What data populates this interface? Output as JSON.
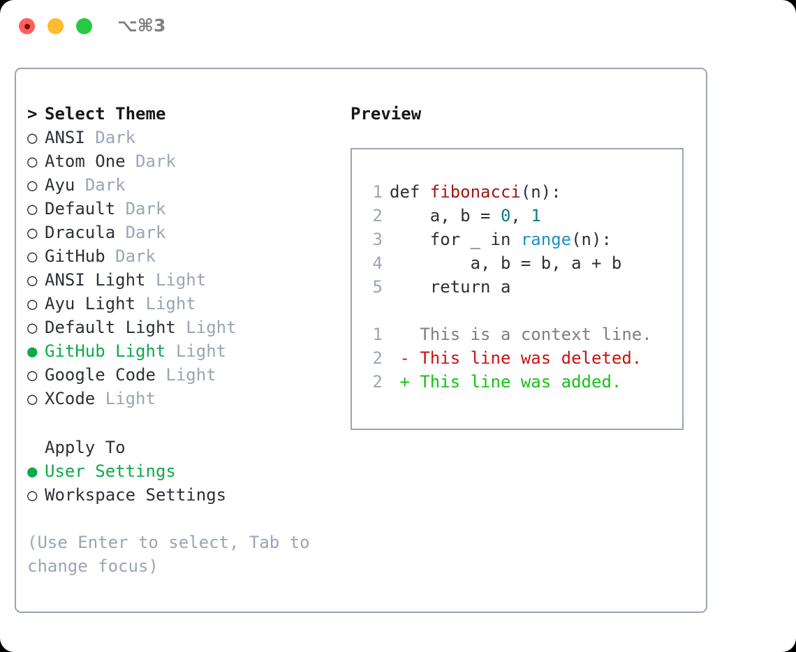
{
  "titlebar": {
    "shortcut": "⌥⌘3",
    "lights": [
      {
        "name": "close",
        "color": "#ff5f57"
      },
      {
        "name": "minimize",
        "color": "#febc2e"
      },
      {
        "name": "maximize",
        "color": "#28c840"
      }
    ]
  },
  "theme_list": {
    "header_marker": ">",
    "header": "Select Theme",
    "bullet_selected": "●",
    "bullet_unselected": "○",
    "items": [
      {
        "name": "ANSI",
        "variant": "Dark",
        "selected": false
      },
      {
        "name": "Atom One",
        "variant": "Dark",
        "selected": false
      },
      {
        "name": "Ayu",
        "variant": "Dark",
        "selected": false
      },
      {
        "name": "Default",
        "variant": "Dark",
        "selected": false
      },
      {
        "name": "Dracula",
        "variant": "Dark",
        "selected": false
      },
      {
        "name": "GitHub",
        "variant": "Dark",
        "selected": false
      },
      {
        "name": "ANSI Light",
        "variant": "Light",
        "selected": false
      },
      {
        "name": "Ayu Light",
        "variant": "Light",
        "selected": false
      },
      {
        "name": "Default Light",
        "variant": "Light",
        "selected": false
      },
      {
        "name": "GitHub Light",
        "variant": "Light",
        "selected": true
      },
      {
        "name": "Google Code",
        "variant": "Light",
        "selected": false
      },
      {
        "name": "XCode",
        "variant": "Light",
        "selected": false
      }
    ]
  },
  "apply_to": {
    "header": "Apply To",
    "options": [
      {
        "label": "User Settings",
        "selected": true
      },
      {
        "label": "Workspace Settings",
        "selected": false
      }
    ]
  },
  "hint": "(Use Enter to select, Tab to change focus)",
  "preview": {
    "title": "Preview",
    "code": [
      {
        "lineno": "1",
        "tokens": [
          {
            "text": "def ",
            "kind": "plain"
          },
          {
            "text": "fibonacci",
            "kind": "func"
          },
          {
            "text": "(n):",
            "kind": "plain"
          }
        ]
      },
      {
        "lineno": "2",
        "tokens": [
          {
            "text": "    a, b = ",
            "kind": "plain"
          },
          {
            "text": "0",
            "kind": "num"
          },
          {
            "text": ", ",
            "kind": "plain"
          },
          {
            "text": "1",
            "kind": "num"
          }
        ]
      },
      {
        "lineno": "3",
        "tokens": [
          {
            "text": "    for _ in ",
            "kind": "plain"
          },
          {
            "text": "range",
            "kind": "call"
          },
          {
            "text": "(n):",
            "kind": "plain"
          }
        ]
      },
      {
        "lineno": "4",
        "tokens": [
          {
            "text": "        a, b = b, a + b",
            "kind": "plain"
          }
        ]
      },
      {
        "lineno": "5",
        "tokens": [
          {
            "text": "    return a",
            "kind": "plain"
          }
        ]
      }
    ],
    "diff": [
      {
        "lineno": "1",
        "sign": " ",
        "text": "This is a context line.",
        "kind": "context"
      },
      {
        "lineno": "2",
        "sign": "-",
        "text": "This line was deleted.",
        "kind": "del"
      },
      {
        "lineno": "2",
        "sign": "+",
        "text": "This line was added.",
        "kind": "add"
      }
    ]
  },
  "colors": {
    "accent_green": "#0eaa4b",
    "muted": "#9aa5b5",
    "text": "#2c3038",
    "border": "#9aa5b5",
    "diff_delete": "#cc1111",
    "diff_add": "#12c412",
    "syntax_function": "#a31515",
    "syntax_number": "#0b7c86",
    "syntax_call": "#1f8fc4"
  }
}
